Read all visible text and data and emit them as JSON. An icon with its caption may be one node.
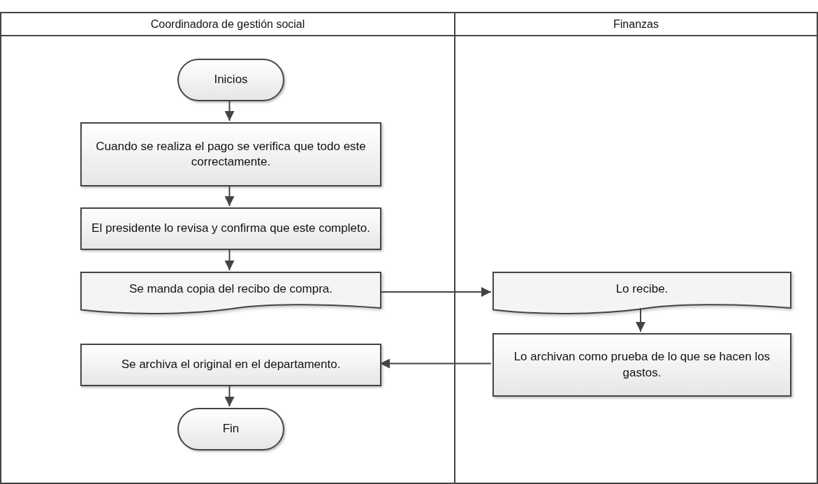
{
  "diagram": {
    "nodes": [
      {
        "text": [
          "Coordinadora de gestión social"
        ]
      },
      {
        "text": [
          "Inicios"
        ],
        "in": 0
      },
      {
        "text": [
          "Cuando se realiza el pago se verifica que todo este correctamente."
        ],
        "in": 0
      },
      {
        "text": [
          "El presidente lo revisa y confirma que este completo."
        ],
        "in": 0
      },
      {
        "text": [
          "Se manda copia del recibo de compra."
        ],
        "in": 0
      },
      {
        "text": [
          "Se archiva el original en el departamento."
        ],
        "in": 0
      },
      {
        "text": [
          "Fin"
        ],
        "in": 0
      },
      {
        "text": [
          "Finanzas"
        ]
      },
      {
        "text": [
          "Lo recibe."
        ],
        "in": 7
      },
      {
        "text": [
          "Lo archivan como prueba de lo que se hacen los gastos."
        ],
        "in": 7
      }
    ],
    "edges": [
      {
        "from": 1,
        "to": 2,
        "arrow": "to"
      },
      {
        "from": 2,
        "to": 3,
        "arrow": "to"
      },
      {
        "from": 3,
        "to": 4,
        "arrow": "to"
      },
      {
        "from": 4,
        "to": 8,
        "arrow": "to"
      },
      {
        "from": 8,
        "to": 9,
        "arrow": "to"
      },
      {
        "from": 9,
        "to": 5,
        "arrow": "to"
      },
      {
        "from": 5,
        "to": 6,
        "arrow": "to"
      }
    ]
  }
}
